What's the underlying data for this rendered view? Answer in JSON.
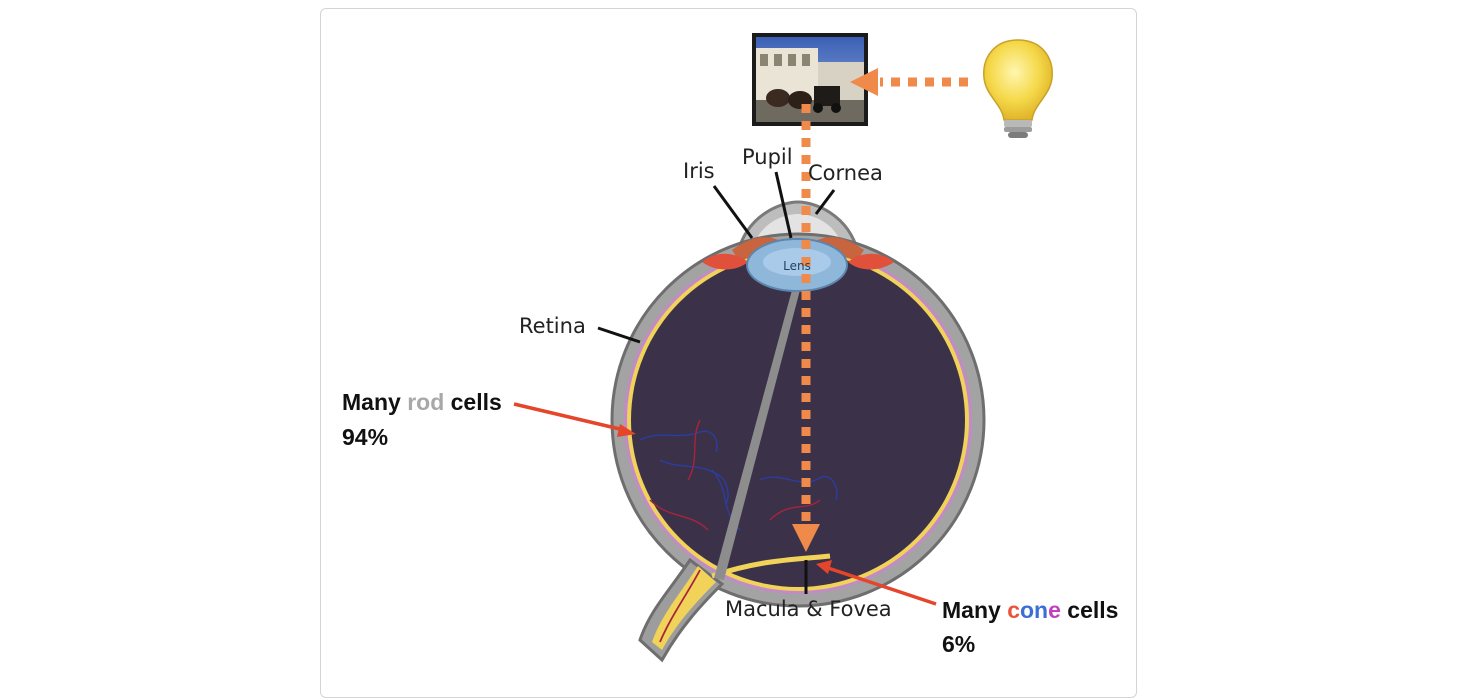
{
  "labels": {
    "iris": "Iris",
    "pupil": "Pupil",
    "cornea": "Cornea",
    "lens": "Lens",
    "retina": "Retina",
    "macula": "Macula & Fovea"
  },
  "rod": {
    "prefix": "Many ",
    "word": "rod",
    "suffix": " cells",
    "percent": "94%",
    "word_color": "#a8a8a8"
  },
  "cone": {
    "prefix": "Many ",
    "letters": [
      {
        "ch": "c",
        "color": "#e8553a"
      },
      {
        "ch": "o",
        "color": "#3b6fd6"
      },
      {
        "ch": "n",
        "color": "#3b6fd6"
      },
      {
        "ch": "e",
        "color": "#c23fbf"
      }
    ],
    "suffix": " cells",
    "percent": "6%"
  },
  "colors": {
    "light_path": "#ef8a4b",
    "pointer": "#e5452a",
    "eye_interior": "#3b3149",
    "sclera": "#9a9a9a",
    "retina_line": "#f3d65c",
    "bulb": "#f5d94a"
  },
  "icons": {
    "scene": "photo-icon",
    "light": "light-bulb-icon"
  }
}
